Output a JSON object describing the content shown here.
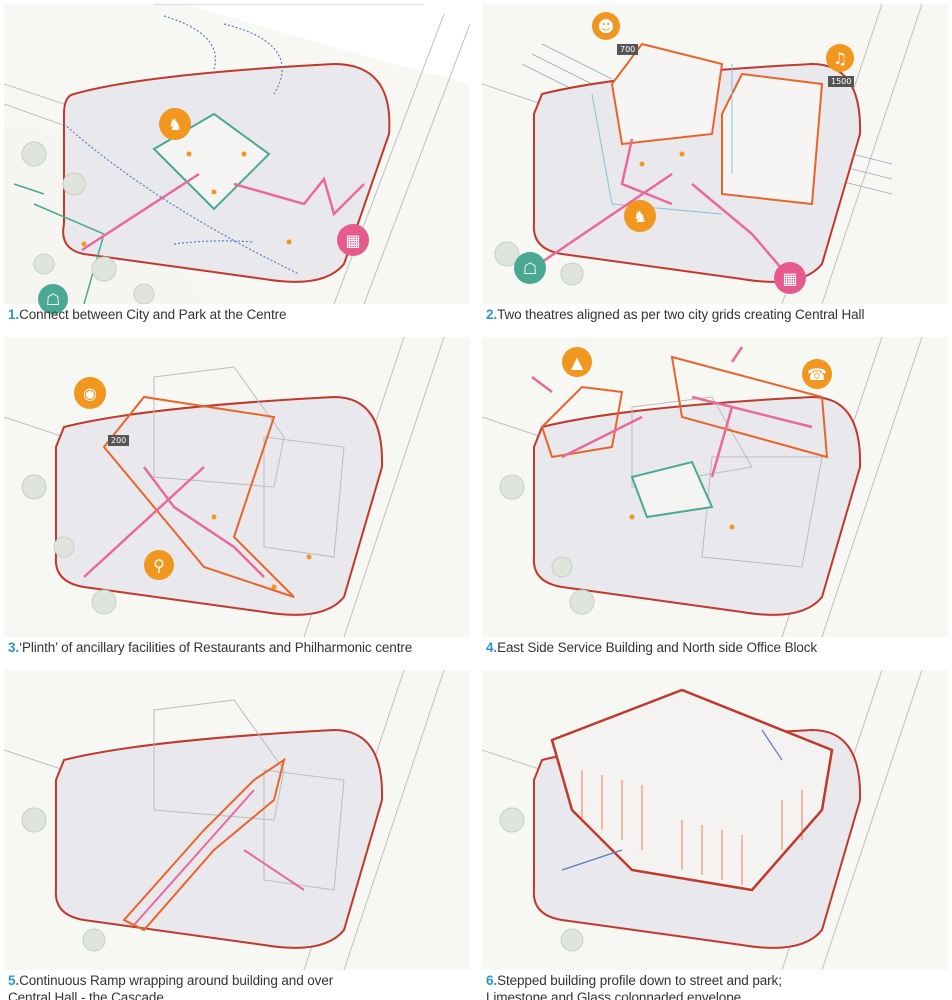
{
  "colors": {
    "accent_blue": "#2f93cf",
    "site_red": "#c0392b",
    "building_orange": "#e8642b",
    "route_pink": "#e86a9a",
    "park_green": "#4ba892",
    "icon_orange": "#f1961e",
    "icon_pink": "#e65a8e",
    "icon_teal": "#4ba892",
    "shade_gray": "#ecebee"
  },
  "panels": [
    {
      "num": "1.",
      "caption": "Connect between City and Park at the Centre",
      "icons": [
        "performers-icon",
        "city-buildings-icon",
        "trees-icon"
      ]
    },
    {
      "num": "2.",
      "caption": "Two theatres aligned as per two city grids creating Central Hall",
      "tags": [
        "700",
        "1500"
      ],
      "icons": [
        "theatre-masks-icon",
        "violin-icon",
        "performers-icon",
        "trees-icon",
        "city-buildings-icon"
      ]
    },
    {
      "num": "3.",
      "caption": "‘Plinth’ of ancillary facilities of Restaurants and Philharmonic centre",
      "tags": [
        "200"
      ],
      "icons": [
        "audience-icon",
        "dining-icon"
      ]
    },
    {
      "num": "4.",
      "caption": "East Side Service Building and North side Office Block",
      "icons": [
        "lamp-icon",
        "office-phone-icon"
      ]
    },
    {
      "num": "5.",
      "caption_lines": [
        "Continuous Ramp wrapping around building and over",
        "Central Hall - the Cascade"
      ]
    },
    {
      "num": "6.",
      "caption_lines": [
        "Stepped building profile down to street and park;",
        "Limestone and Glass colonnaded envelope"
      ]
    }
  ]
}
